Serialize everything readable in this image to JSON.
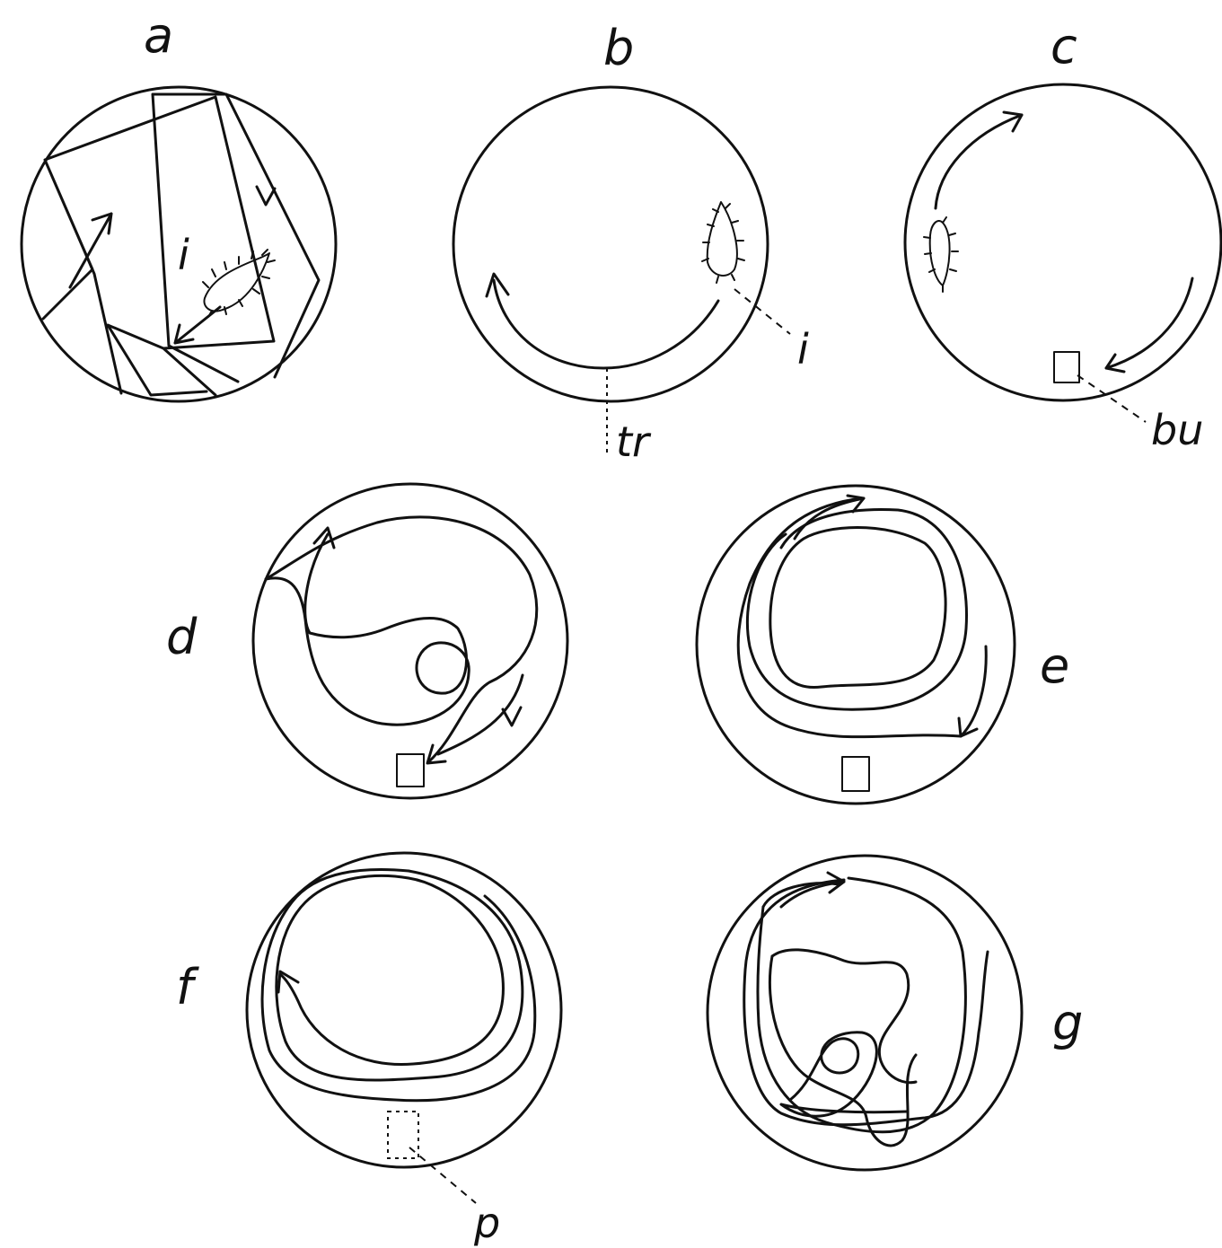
{
  "panels": [
    {
      "id": "a",
      "label": "a"
    },
    {
      "id": "b",
      "label": "b"
    },
    {
      "id": "c",
      "label": "c"
    },
    {
      "id": "d",
      "label": "d"
    },
    {
      "id": "e",
      "label": "e"
    },
    {
      "id": "f",
      "label": "f"
    },
    {
      "id": "g",
      "label": "g"
    }
  ],
  "annotations": {
    "a_inner": "i",
    "b_inner": "i",
    "b_trail": "tr",
    "c_bush": "bu",
    "f_plant": "p"
  },
  "colors": {
    "ink": "#111111",
    "paper": "#ffffff"
  }
}
